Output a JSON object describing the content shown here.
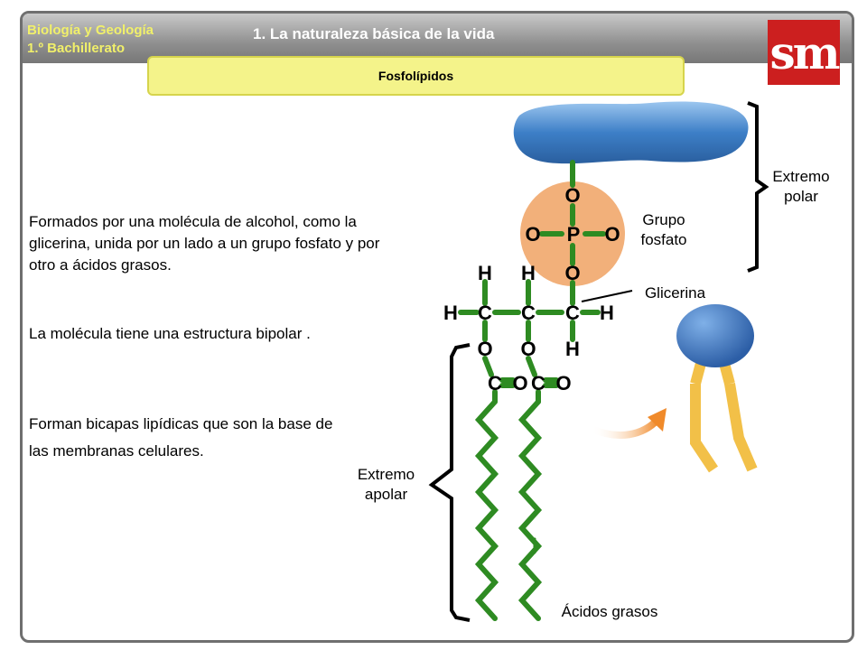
{
  "header": {
    "subject_line1": "Biología y Geología",
    "subject_line2": "1.º Bachillerato",
    "chapter_title": "1. La naturaleza básica de la vida",
    "logo_text": "sm",
    "topic": "Fosfolípidos"
  },
  "body": {
    "paragraph1": "Formados por una molécula de alcohol, como la glicerina, unida por un lado a un grupo fosfato y por otro a ácidos grasos.",
    "paragraph2": "La molécula tiene una estructura bipolar .",
    "paragraph3": "Forman bicapas lipídicas que son la base de las membranas celulares."
  },
  "figure": {
    "extremo_polar_line1": "Extremo",
    "extremo_polar_line2": "polar",
    "grupo_fosfato_line1": "Grupo",
    "grupo_fosfato_line2": "fosfato",
    "glicerina": "Glicerina",
    "extremo_apolar_line1": "Extremo",
    "extremo_apolar_line2": "apolar",
    "acidos_grasos": "Ácidos grasos",
    "atoms": {
      "oxygen": "O",
      "phosphorus": "P",
      "hydrogen": "H",
      "carbon": "C"
    }
  },
  "colors": {
    "header_text": "#f1f06a",
    "topic_bar": "#f4f38a",
    "logo": "#cc1f1f",
    "bond_green": "#2e8b22",
    "phosphate_orange": "#f2b07a",
    "polar_head_blue": "#3d7fc7",
    "tail_yellow": "#f2c048",
    "arrow_orange": "#f08a2a"
  }
}
